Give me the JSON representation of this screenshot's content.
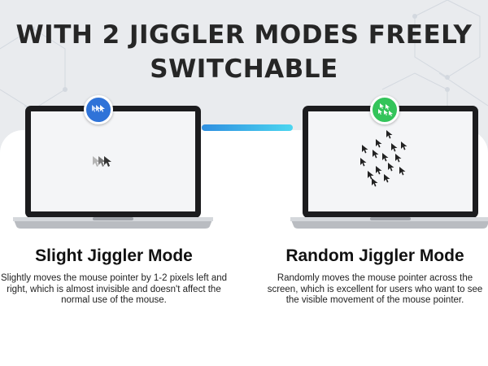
{
  "headline": {
    "line1": "WITH 2 JIGGLER MODES FREELY",
    "line2": "SWITCHABLE"
  },
  "modes": [
    {
      "title": "Slight Jiggler Mode",
      "description": "Slightly moves the mouse pointer by 1-2 pixels left and right, which is almost invisible and doesn't affect the normal use of the mouse.",
      "badge_color": "#2f73d8",
      "icon": "cursor-trail-icon"
    },
    {
      "title": "Random Jiggler Mode",
      "description": "Randomly moves the mouse pointer across the screen, which is excellent for users who want to see the visible movement of the mouse pointer.",
      "badge_color": "#33c45a",
      "icon": "scattered-cursors-icon"
    }
  ],
  "colors": {
    "background": "#e9ebee",
    "connector_start": "#2f8fe0",
    "connector_end": "#4cd6f0"
  }
}
